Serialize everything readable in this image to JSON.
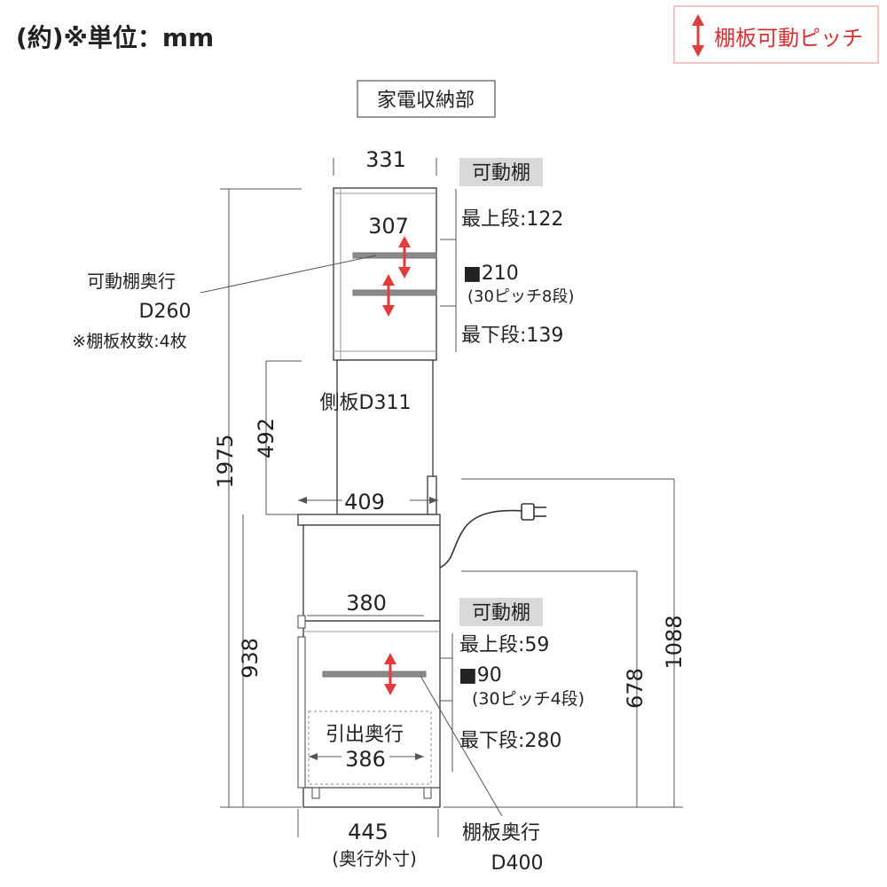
{
  "header": {
    "unit_label": "(約)※単位：mm",
    "legend_label": "棚板可動ピッチ",
    "legend_color": "#e23b3b"
  },
  "upper": {
    "section_label": "家電収納部",
    "width_outer": "331",
    "width_inner": "307",
    "movable_tag": "可動棚",
    "top_gap": "最上段:122",
    "pitch_range": "■210",
    "pitch_note": "(30ピッチ8段)",
    "bottom_gap": "最下段:139",
    "depth_label": "可動棚奥行",
    "depth_value": "D260",
    "shelf_count": "※棚板枚数:4枚",
    "side_panel": "側板D311",
    "total_height": "1975",
    "open_height": "492",
    "counter_depth": "409"
  },
  "lower": {
    "inner_depth": "380",
    "movable_tag": "可動棚",
    "top_gap": "最上段:59",
    "pitch_range": "■90",
    "pitch_note": "(30ピッチ4段)",
    "bottom_gap": "最下段:280",
    "drawer_label": "引出奥行",
    "drawer_value": "386",
    "base_height": "938",
    "outlet_height": "678",
    "counter_height": "1088",
    "outer_depth": "445",
    "outer_depth_note": "(奥行外寸)",
    "shelf_depth_label": "棚板奥行",
    "shelf_depth_value": "D400"
  },
  "icons": [
    "double-arrow-icon",
    "plug-icon"
  ]
}
